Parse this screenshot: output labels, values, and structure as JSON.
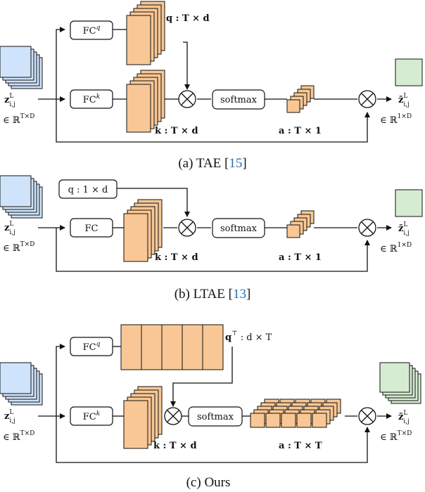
{
  "panel_a": {
    "caption_text": "(a) TAE [",
    "caption_ref": "15",
    "caption_close": "]",
    "fc_q": "FC",
    "fc_q_sup": "q",
    "fc_k": "FC",
    "fc_k_sup": "k",
    "softmax": "softmax",
    "input_z": "z",
    "input_sup": "L",
    "input_sub": "i,j",
    "input_dim": "∈ ℝ",
    "input_dim_sup": "T×D",
    "q_label": "q : T × d",
    "k_label": "k : T × d",
    "a_label": "a : T × 1",
    "out_z": "z̄",
    "out_sup": "L",
    "out_sub": "i,j",
    "out_dim": "∈ ℝ",
    "out_dim_sup": "1×D"
  },
  "panel_b": {
    "caption_text": "(b) LTAE [",
    "caption_ref": "13",
    "caption_close": "]",
    "q_param": "q : 1 × d",
    "fc": "FC",
    "softmax": "softmax",
    "input_z": "z",
    "input_sup": "L",
    "input_sub": "i,j",
    "input_dim": "∈ ℝ",
    "input_dim_sup": "T×D",
    "k_label": "k : T × d",
    "a_label": "a : T × 1",
    "out_z": "z̄",
    "out_sup": "L",
    "out_sub": "i,j",
    "out_dim": "∈ ℝ",
    "out_dim_sup": "1×D"
  },
  "panel_c": {
    "caption_text": "(c) Ours",
    "fc_q": "FC",
    "fc_q_sup": "q",
    "fc_k": "FC",
    "fc_k_sup": "k",
    "softmax": "softmax",
    "input_z": "z",
    "input_sup": "L",
    "input_sub": "i,j",
    "input_dim": "∈ ℝ",
    "input_dim_sup": "T×D",
    "qt_label": "q",
    "qt_sup": "⊤",
    "qt_dims": " : d × T",
    "k_label": "k : T × d",
    "a_label": "a : T × T",
    "out_z": "z̄",
    "out_sup": "L",
    "out_sub": "i,j",
    "out_dim": "∈ ℝ",
    "out_dim_sup": "T×D"
  },
  "colors": {
    "input_blue": "#cfe3fa",
    "feature_orange": "#f9c795",
    "output_green": "#d6ecd2",
    "citation_blue": "#2a6fb0"
  }
}
